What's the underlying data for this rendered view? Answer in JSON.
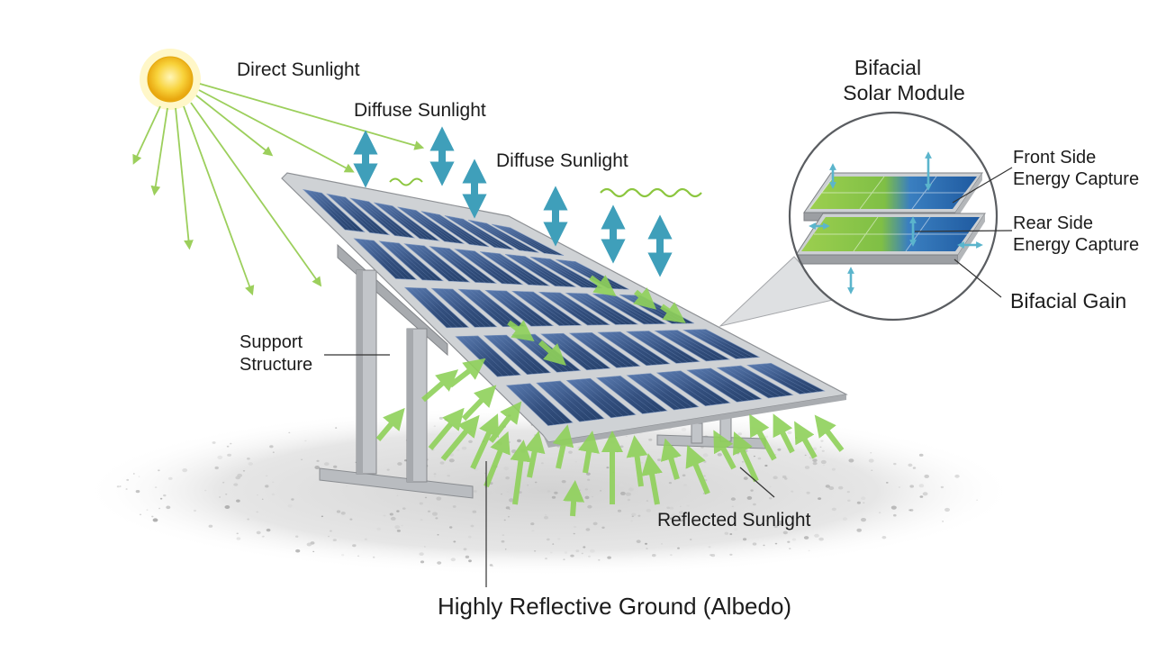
{
  "labels": {
    "direct_sunlight": "Direct Sunlight",
    "diffuse_sunlight_1": "Diffuse Sunlight",
    "diffuse_sunlight_2": "Diffuse Sunlight",
    "module_title_line1": "Bifacial",
    "module_title_line2": "Solar Module",
    "front_side_line1": "Front Side",
    "front_side_line2": "Energy Capture",
    "rear_side_line1": "Rear Side",
    "rear_side_line2": "Energy Capture",
    "bifacial_gain": "Bifacial Gain",
    "support_line1": "Support",
    "support_line2": "Structure",
    "reflected_sunlight": "Reflected Sunlight",
    "ground": "Highly Reflective Ground (Albedo)"
  },
  "colors": {
    "sun": "#f6c21c",
    "sun_glow": "#fff0a8",
    "direct_rays": "#9ccf5c",
    "reflected_rays": "#8fd15a",
    "diffuse_arrows": "#3f9fba",
    "wavy_lines": "#8cc63f",
    "panel_cell": "#3d5a8c",
    "panel_frame": "#c9ccd0",
    "cell_green": "#8cc63f",
    "cell_blue": "#2f6eb5",
    "ground": "#e4e4e4",
    "text": "#1c1c1c"
  }
}
